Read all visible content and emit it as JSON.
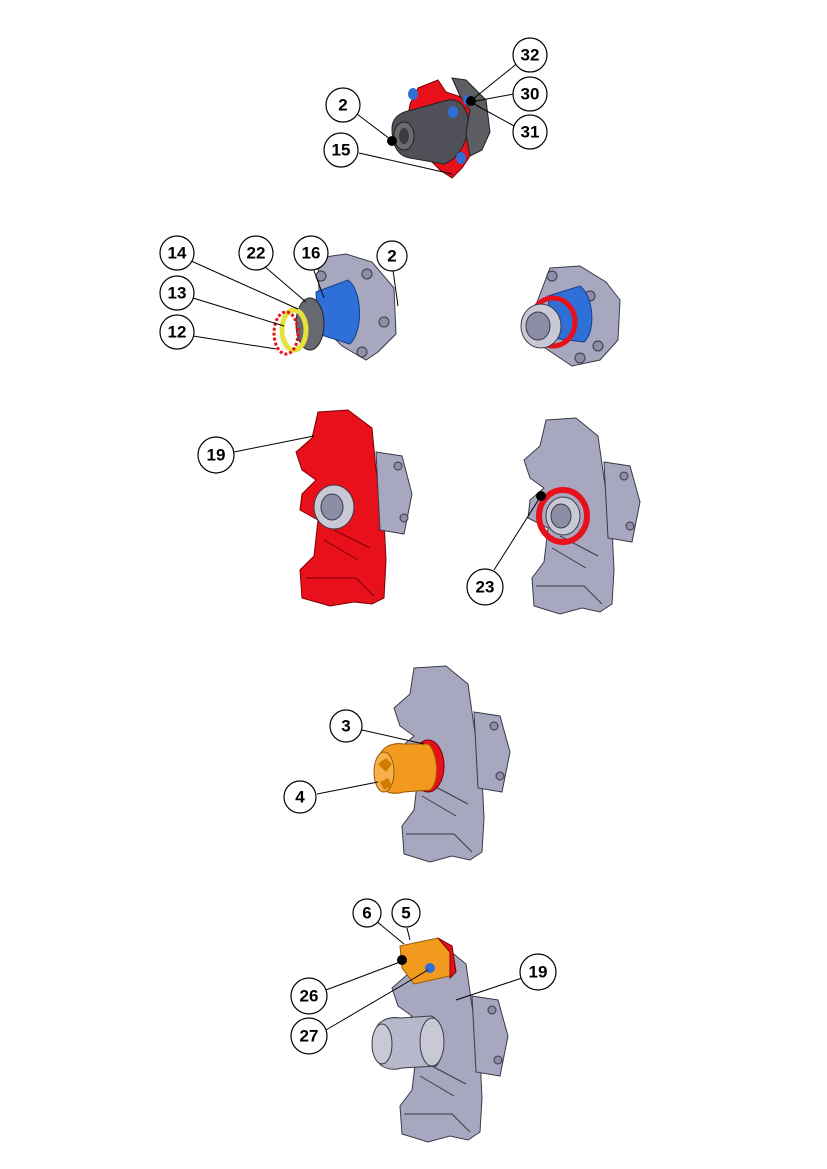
{
  "colors": {
    "highlight_red": "#e8101a",
    "part_blue": "#2f6fd8",
    "part_orange": "#f29a1e",
    "part_yellow": "#e7e13a",
    "body_grey": "#a7a7bf",
    "dark_grey": "#5a5a60",
    "line_black": "#000000"
  },
  "steps": [
    {
      "id": "step-1",
      "callouts": [
        {
          "label": "32"
        },
        {
          "label": "30"
        },
        {
          "label": "31"
        },
        {
          "label": "2"
        },
        {
          "label": "15"
        }
      ]
    },
    {
      "id": "step-2",
      "callouts": [
        {
          "label": "14"
        },
        {
          "label": "22"
        },
        {
          "label": "16"
        },
        {
          "label": "2"
        },
        {
          "label": "13"
        },
        {
          "label": "12"
        }
      ]
    },
    {
      "id": "step-3",
      "callouts": [
        {
          "label": "19"
        },
        {
          "label": "23"
        }
      ]
    },
    {
      "id": "step-4",
      "callouts": [
        {
          "label": "3"
        },
        {
          "label": "4"
        }
      ]
    },
    {
      "id": "step-5",
      "callouts": [
        {
          "label": "6"
        },
        {
          "label": "5"
        },
        {
          "label": "26"
        },
        {
          "label": "19"
        },
        {
          "label": "27"
        }
      ]
    }
  ]
}
